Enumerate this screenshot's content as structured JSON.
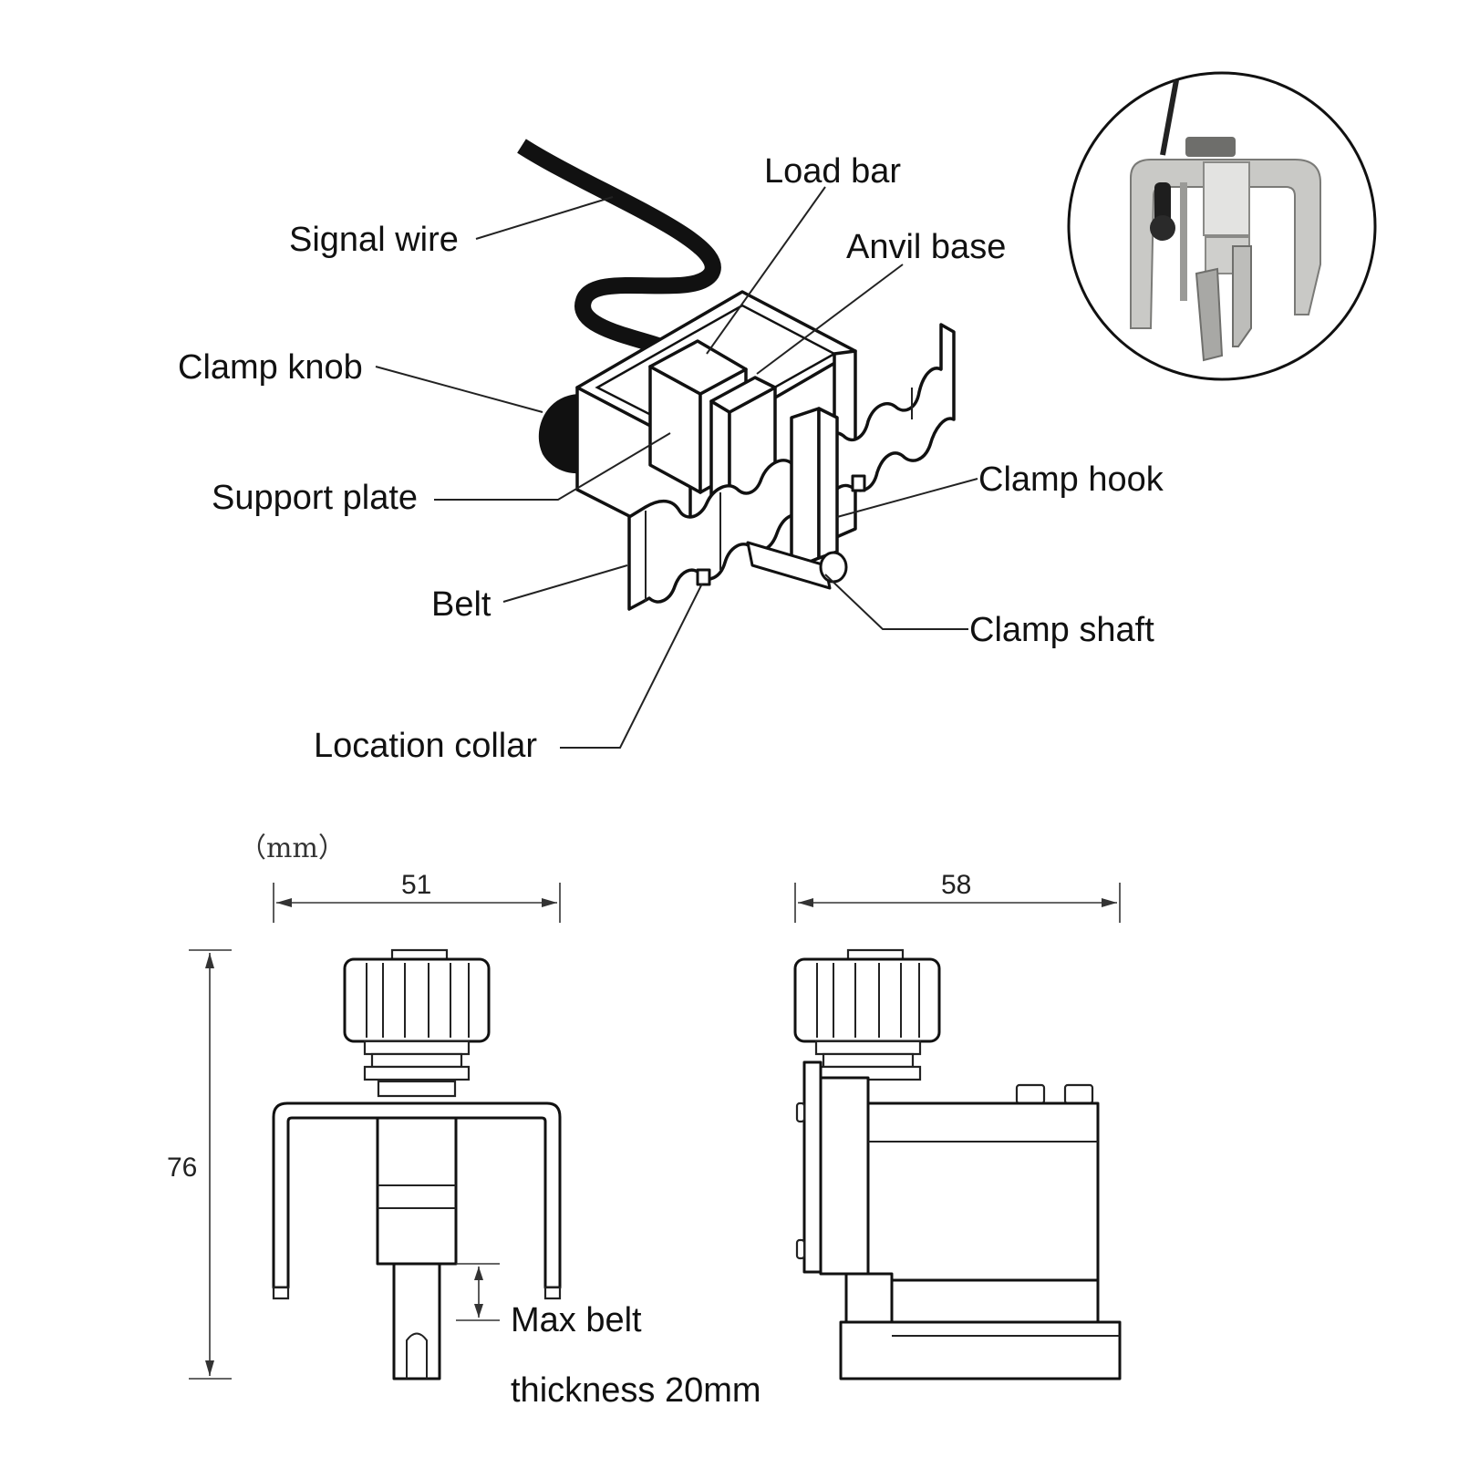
{
  "labels": {
    "load_bar": "Load bar",
    "signal_wire": "Signal wire",
    "anvil_base": "Anvil base",
    "clamp_knob": "Clamp knob",
    "support_plate": "Support plate",
    "clamp_hook": "Clamp hook",
    "belt": "Belt",
    "clamp_shaft": "Clamp shaft",
    "location_collar": "Location collar"
  },
  "dimensions": {
    "unit": "（mm）",
    "front_width": "51",
    "side_width": "58",
    "height": "76",
    "max_belt_line1": "Max belt",
    "max_belt_line2": "thickness 20mm"
  },
  "colors": {
    "ink": "#111111",
    "steel_light": "#d4d4d2",
    "steel_dark": "#8f8f8c"
  }
}
